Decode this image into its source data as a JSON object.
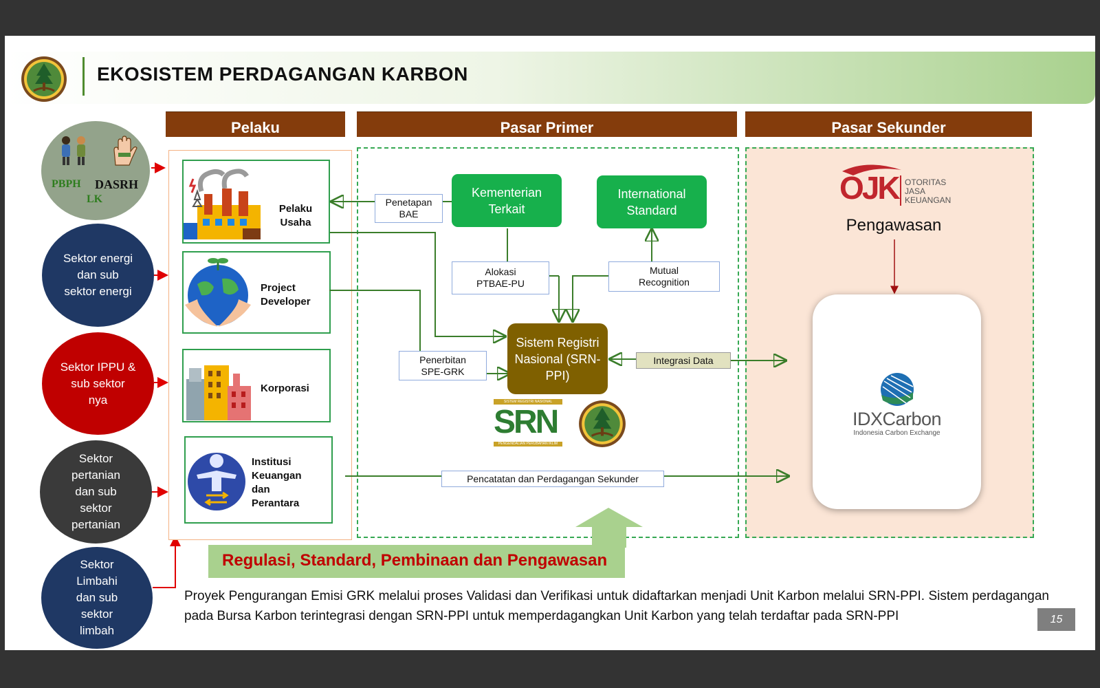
{
  "title": "EKOSISTEM PERDAGANGAN KARBON",
  "columns": {
    "pelaku": "Pelaku",
    "pasar_primer": "Pasar Primer",
    "pasar_sekunder": "Pasar Sekunder"
  },
  "actors_circle": {
    "pbph": "PBPH",
    "dasrh": "DASRH",
    "lk": "LK"
  },
  "sectors": [
    "Sektor energi dan sub sektor energi",
    "Sektor IPPU & sub sektor nya",
    "Sektor pertanian dan sub sektor pertanian",
    "Sektor Limbahi dan sub sektor limbah"
  ],
  "pelaku": {
    "usaha": "Pelaku Usaha",
    "project": "Project Developer",
    "korporasi": "Korporasi",
    "institusi": "Institusi Keuangan dan Perantara"
  },
  "primer": {
    "kementerian": "Kementerian Terkait",
    "international": "International Standard",
    "penetapan": "Penetapan BAE",
    "alokasi": "Alokasi PTBAE-PU",
    "mutual": "Mutual Recognition",
    "srn": "Sistem Registri Nasional (SRN-PPI)",
    "penerbitan": "Penerbitan SPE-GRK",
    "integrasi": "Integrasi Data",
    "pencatatan": "Pencatatan dan Perdagangan Sekunder",
    "srn_logo": "SRN",
    "srn_logo_top": "SISTEM REGISTRI NASIONAL",
    "srn_logo_bottom": "PENGENDALIAN PERUBAHAN IKLIM"
  },
  "sekunder": {
    "ojk_mark": "OJK",
    "ojk_line1": "OTORITAS",
    "ojk_line2": "JASA",
    "ojk_line3": "KEUANGAN",
    "pengawasan": "Pengawasan",
    "idx": "IDXCarbon",
    "idx_sub": "Indonesia Carbon Exchange"
  },
  "banner": "Regulasi, Standard, Pembinaan dan Pengawasan",
  "footer": "Proyek Pengurangan Emisi GRK melalui proses Validasi dan Verifikasi untuk didaftarkan menjadi Unit Karbon melalui SRN-PPI. Sistem perdagangan pada Bursa Karbon terintegrasi dengan SRN-PPI untuk memperdagangkan Unit Karbon yang telah terdaftar pada  SRN-PPI",
  "page_number": "15",
  "colors": {
    "column_header": "#843c0c",
    "green_box": "#17b04c",
    "srn_box": "#7f6000",
    "sector_navy": "#1f3864",
    "sector_red": "#c00000",
    "sector_dark": "#3a3a3a",
    "sekunder_bg": "#fbe5d6",
    "banner": "#a9d18e"
  }
}
